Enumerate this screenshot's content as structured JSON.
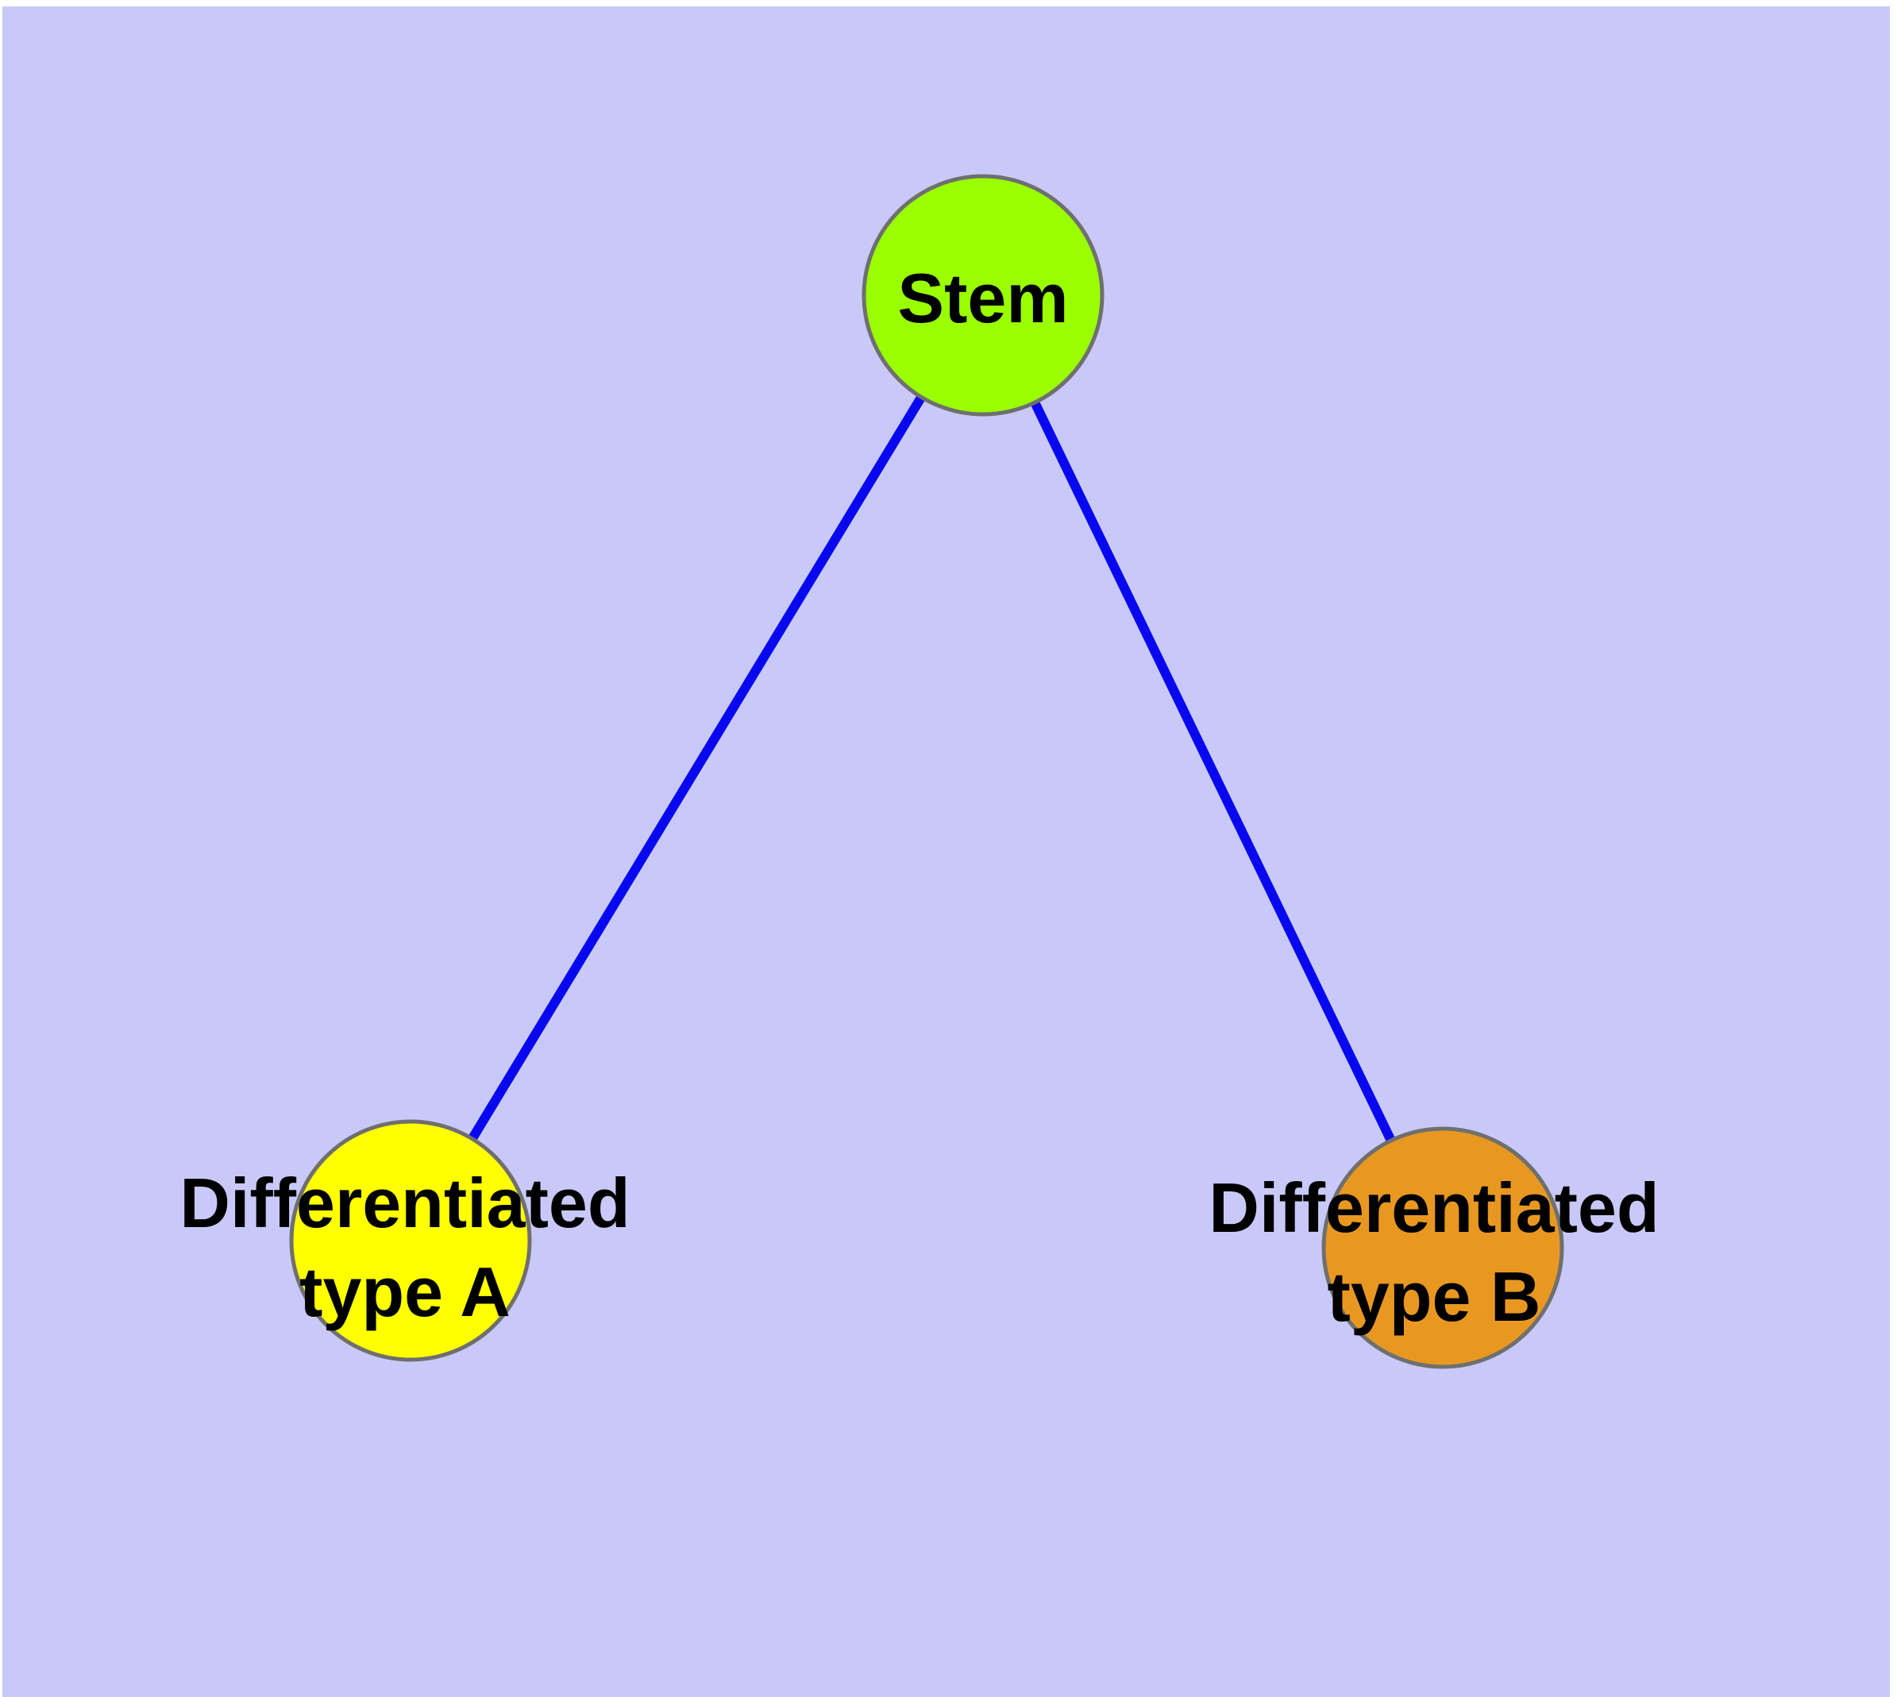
{
  "diagram": {
    "type": "graph",
    "page_margin_color": "#ffffff",
    "background_color": "#c9c9f9",
    "edge_color": "#0808f0",
    "node_border_color": "#6f6f6f",
    "label_color": "#000000",
    "nodes": [
      {
        "id": "stem",
        "label": "Stem",
        "line1": "Stem",
        "line2": "",
        "color": "#9aff00"
      },
      {
        "id": "type_a",
        "label": "Differentiated type A",
        "line1": "Differentiated",
        "line2": "type A",
        "color": "#ffff00"
      },
      {
        "id": "type_b",
        "label": "Differentiated type B",
        "line1": "Differentiated",
        "line2": "type B",
        "color": "#e89821"
      }
    ],
    "edges": [
      {
        "from": "Stem",
        "to": "Differentiated type A"
      },
      {
        "from": "Stem",
        "to": "Differentiated type B"
      }
    ]
  }
}
